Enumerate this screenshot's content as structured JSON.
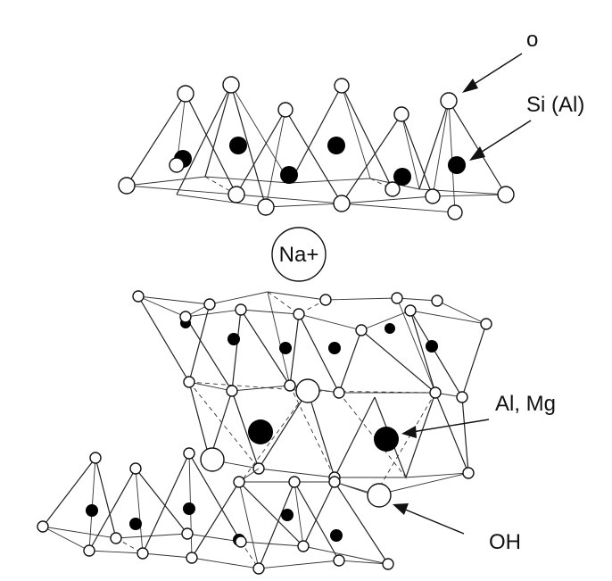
{
  "labels": {
    "oxygen": "o",
    "silicon": "Si (Al)",
    "cation": "Na+",
    "octahedral": "Al, Mg",
    "hydroxyl": "OH"
  }
}
